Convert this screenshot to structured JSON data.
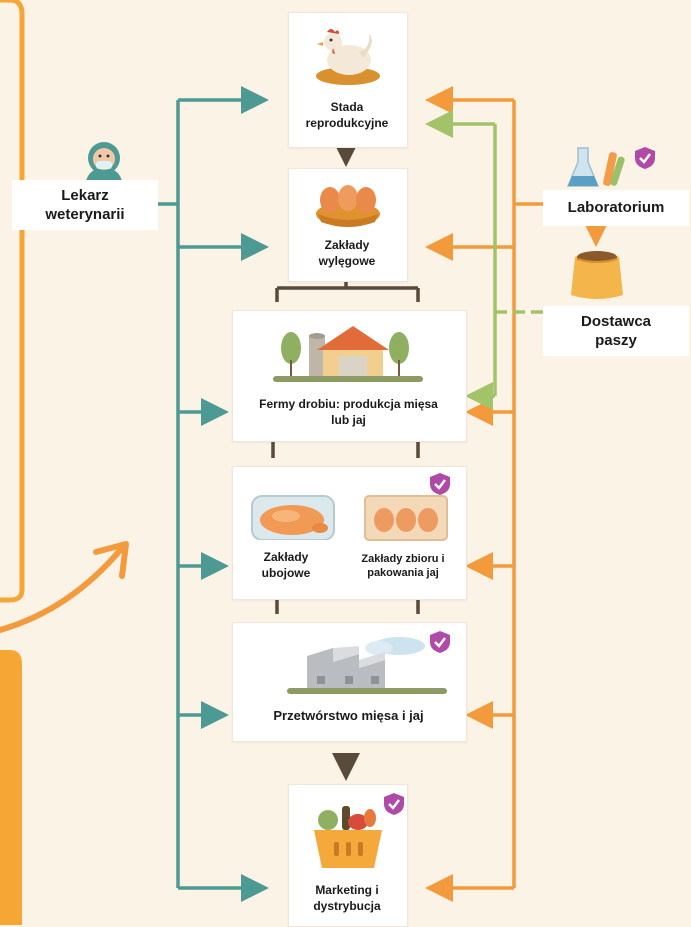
{
  "colors": {
    "teal": "#4c9a93",
    "orange": "#f39a3c",
    "green": "#a3c36a",
    "brown": "#5a4a3a",
    "shield": "#b04aa8",
    "panel": "#f6a634"
  },
  "actors": {
    "vet": {
      "label": "Lekarz\nweterynarii",
      "icon": "veterinarian-icon"
    },
    "lab": {
      "label": "Laboratorium",
      "icon": "lab-flasks-icon"
    },
    "feed": {
      "label": "Dostawca\npaszy",
      "icon": "feed-sack-icon"
    }
  },
  "stages": [
    {
      "id": "breeding-flocks",
      "label": "Stada\nreprodukcyjne",
      "icon": "hen-icon"
    },
    {
      "id": "hatcheries",
      "label": "Zakłady\nwylęgowe",
      "icon": "eggs-nest-icon"
    },
    {
      "id": "poultry-farms",
      "label": "Fermy drobiu: produkcja mięsa\nlub jaj",
      "icon": "farm-icon"
    },
    {
      "id": "slaughterhouses",
      "label": "Zakłady\nubojowe",
      "icon": "packaged-chicken-icon"
    },
    {
      "id": "egg-packing",
      "label": "Zakłady zbioru i\npakowania jaj",
      "icon": "egg-carton-icon"
    },
    {
      "id": "processing",
      "label": "Przetwórstwo mięsa i jaj",
      "icon": "factory-icon"
    },
    {
      "id": "marketing",
      "label": "Marketing i\ndystrybucja",
      "icon": "grocery-basket-icon"
    }
  ]
}
